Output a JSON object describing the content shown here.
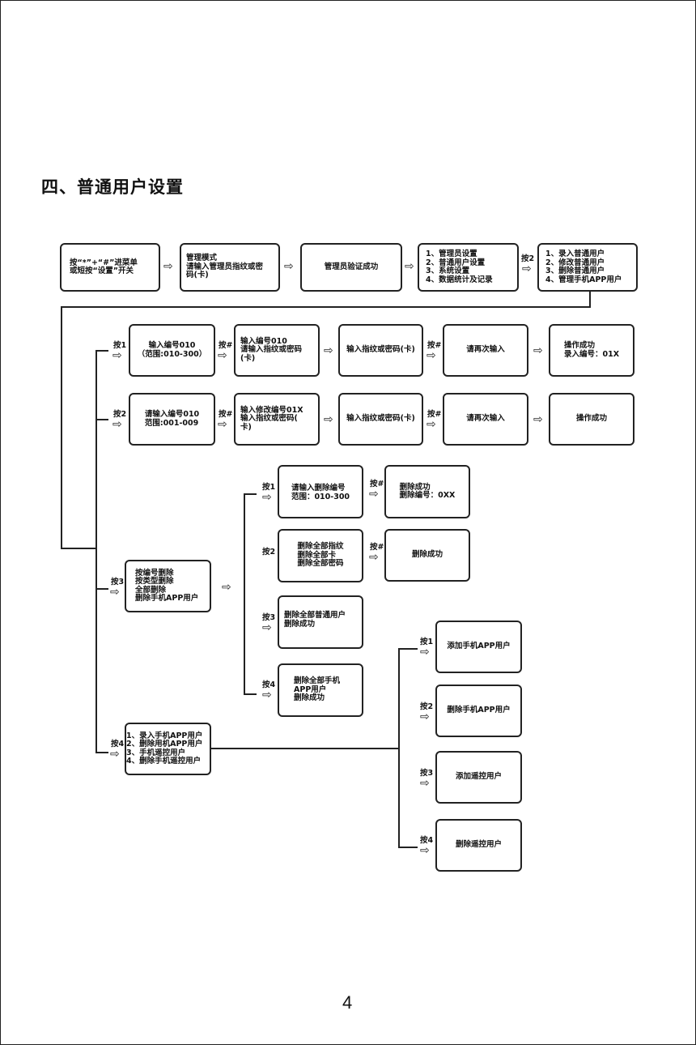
{
  "title": "四、普通用户设置",
  "page_number": "4",
  "arrow_glyph": "⇨",
  "main_flow": [
    "按“*”+“#”进菜单\n或短按“设置”开关",
    "管理模式\n请输入管理员指纹或密\n码(卡)",
    "管理员验证成功",
    "1、管理员设置\n2、普通用户设置\n3、系统设置\n4、数据统计及记录",
    "1、录入普通用户\n2、修改普通用户\n3、删除普通用户\n4、管理手机APP用户"
  ],
  "main_flow_key": "按2",
  "add_user": {
    "key": "按1",
    "steps": [
      "输入编号010\n（范围:010-300）",
      "输入编号010\n请输入指纹或密码\n(卡)",
      "输入指纹或密码(卡)",
      "请再次输入",
      "操作成功\n录入编号：01X"
    ],
    "keys": [
      "按#",
      "按#"
    ]
  },
  "modify_user": {
    "key": "按2",
    "steps": [
      "请输入编号010\n范围:001-009",
      "输入修改编号01X\n输入指纹或密码(\n卡)",
      "输入指纹或密码(卡)",
      "请再次输入",
      "操作成功"
    ],
    "keys": [
      "按#",
      "按#"
    ]
  },
  "delete_user": {
    "key": "按3",
    "menu": "按编号删除\n按类型删除\n全部删除\n删除手机APP用户",
    "options": [
      {
        "key": "按1",
        "text": "请输入删除编号\n范围：010-300",
        "confirm_key": "按#",
        "result": "删除成功\n删除编号：0XX"
      },
      {
        "key": "按2",
        "text": "删除全部指纹\n删除全部卡\n删除全部密码",
        "confirm_key": "按#",
        "result": "删除成功"
      },
      {
        "key": "按3",
        "text": "删除全部普通用户\n删除成功"
      },
      {
        "key": "按4",
        "text": "删除全部手机\nAPP用户\n删除成功"
      }
    ]
  },
  "app_user": {
    "key": "按4",
    "menu": "1、录入手机APP用户\n2、删除用机APP用户\n3、手机遥控用户\n4、删除手机遥控用户",
    "options": [
      {
        "key": "按1",
        "text": "添加手机APP用户"
      },
      {
        "key": "按2",
        "text": "删除手机APP用户"
      },
      {
        "key": "按3",
        "text": "添加遥控用户"
      },
      {
        "key": "按4",
        "text": "删除遥控用户"
      }
    ]
  }
}
